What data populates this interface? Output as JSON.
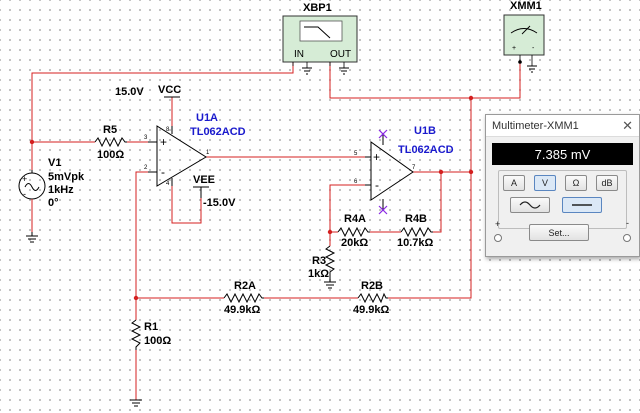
{
  "components": {
    "xbp1_name": "XBP1",
    "xbp1_in": "IN",
    "xbp1_out": "OUT",
    "xmm1_name": "XMM1",
    "vcc_value": "15.0V",
    "vcc_name": "VCC",
    "u1a_name": "U1A",
    "u1a_part": "TL062ACD",
    "u1b_name": "U1B",
    "u1b_part": "TL062ACD",
    "r5_name": "R5",
    "r5_value": "100Ω",
    "v1_name": "V1",
    "v1_amplitude": "5mVpk",
    "v1_freq": "1kHz",
    "v1_phase": "0°",
    "vee_name": "VEE",
    "vee_value": "-15.0V",
    "r4a_name": "R4A",
    "r4a_value": "20kΩ",
    "r4b_name": "R4B",
    "r4b_value": "10.7kΩ",
    "r3_name": "R3",
    "r3_value": "1kΩ",
    "r2a_name": "R2A",
    "r2a_value": "49.9kΩ",
    "r2b_name": "R2B",
    "r2b_value": "49.9kΩ",
    "r1_name": "R1",
    "r1_value": "100Ω",
    "pin_u1a_plus": "3",
    "pin_u1a_minus": "2",
    "pin_u1a_out": "1",
    "pin_u1b_plus": "5",
    "pin_u1b_minus": "6",
    "pin_u1b_out": "7",
    "pin_u1a_top": "8",
    "pin_u1a_bottom": "4",
    "probe_plus": "+",
    "probe_minus": "-"
  },
  "multimeter": {
    "title": "Multimeter-XMM1",
    "close_label": "✕",
    "reading": "7.385 mV",
    "mode_buttons": [
      "A",
      "V",
      "Ω",
      "dB"
    ],
    "active_mode": "V",
    "set_label": "Set...",
    "term_plus": "+",
    "term_minus": "-",
    "icons": [
      "ac-wave-icon",
      "dc-line-icon"
    ]
  }
}
